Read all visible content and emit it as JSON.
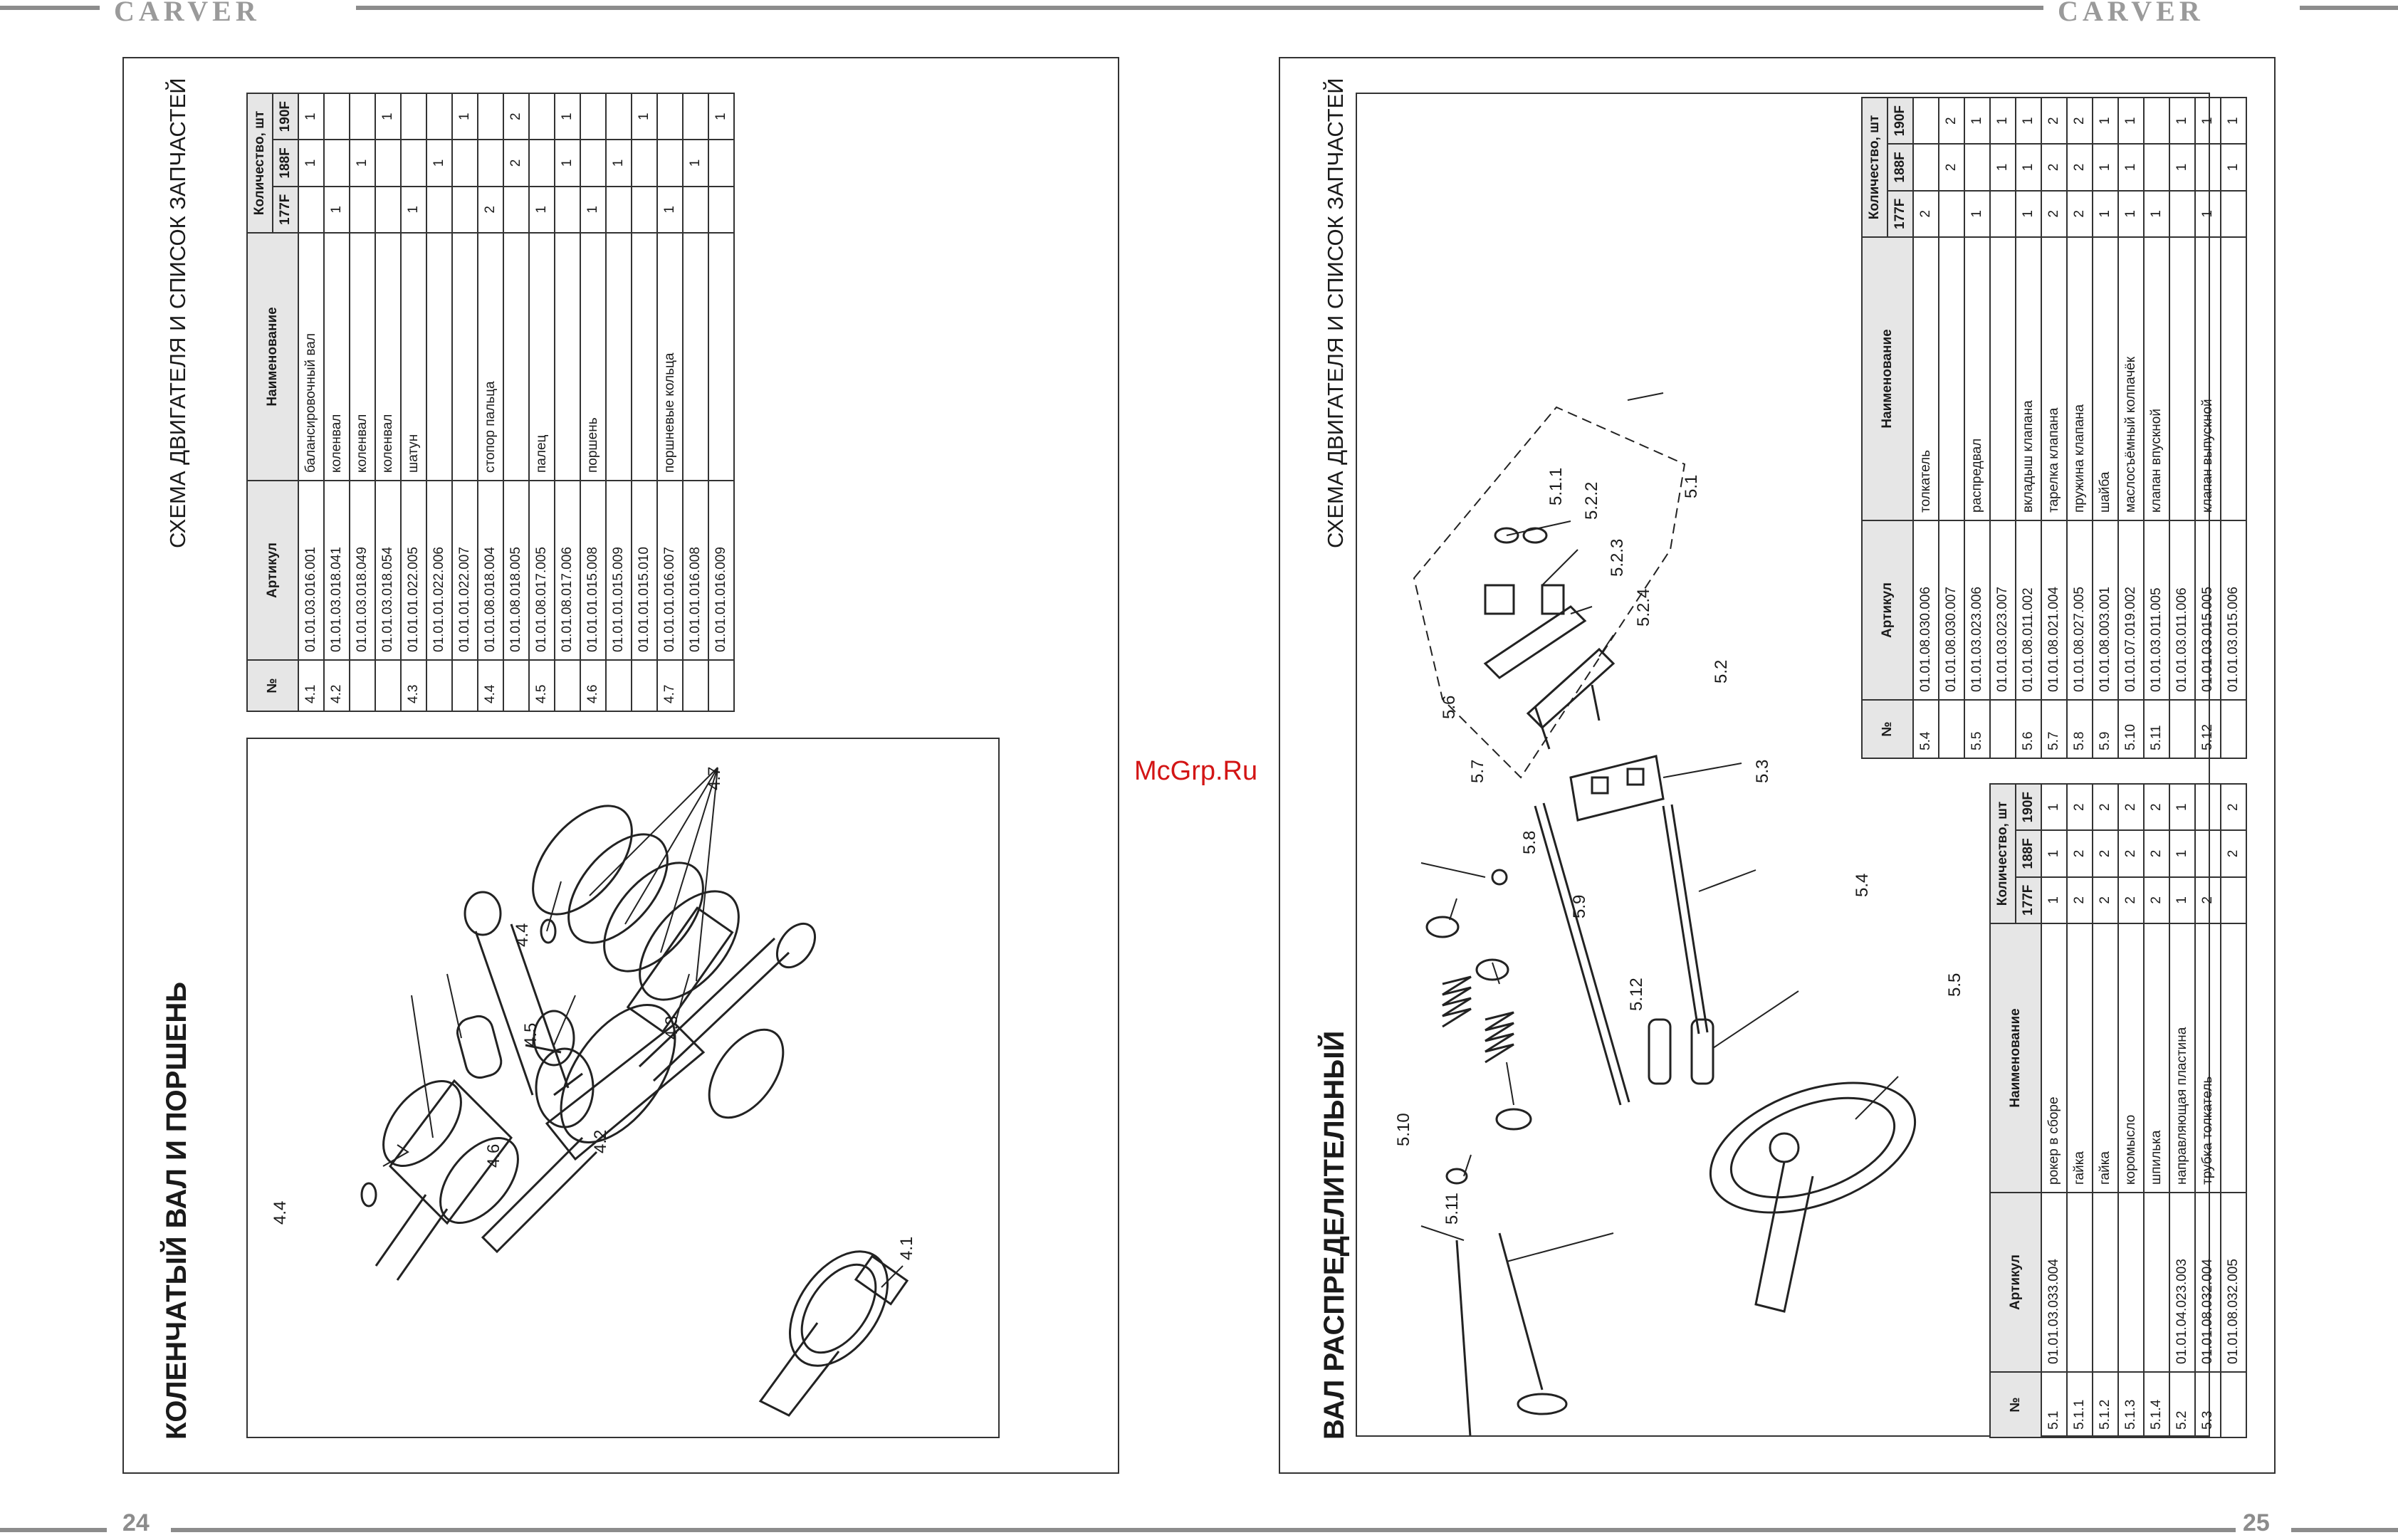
{
  "brand": "CARVER",
  "watermark": "McGrp.Ru",
  "left_page": {
    "number": "24",
    "heading": "СХЕМА ДВИГАТЕЛЯ И СПИСОК ЗАПЧАСТЕЙ",
    "title": "КОЛЕНЧАТЫЙ ВАЛ И ПОРШЕНЬ",
    "callouts": [
      "4.1",
      "4.2",
      "4.3",
      "4.4",
      "4.4",
      "4.5",
      "4.6",
      "4.7"
    ],
    "table": {
      "headers": {
        "no": "№",
        "article": "Артикул",
        "name": "Наименование",
        "qty": "Количество, шт",
        "m1": "177F",
        "m2": "188F",
        "m3": "190F"
      },
      "rows": [
        {
          "no": "4.1",
          "article": "01.01.03.016.001",
          "name": "балансировочный вал",
          "m1": "",
          "m2": "1",
          "m3": "1"
        },
        {
          "no": "4.2",
          "article": "01.01.03.018.041",
          "name": "коленвал",
          "m1": "1",
          "m2": "",
          "m3": ""
        },
        {
          "no": "",
          "article": "01.01.03.018.049",
          "name": "коленвал",
          "m1": "",
          "m2": "1",
          "m3": ""
        },
        {
          "no": "",
          "article": "01.01.03.018.054",
          "name": "коленвал",
          "m1": "",
          "m2": "",
          "m3": "1"
        },
        {
          "no": "4.3",
          "article": "01.01.01.022.005",
          "name": "шатун",
          "m1": "1",
          "m2": "",
          "m3": ""
        },
        {
          "no": "",
          "article": "01.01.01.022.006",
          "name": "",
          "m1": "",
          "m2": "1",
          "m3": ""
        },
        {
          "no": "",
          "article": "01.01.01.022.007",
          "name": "",
          "m1": "",
          "m2": "",
          "m3": "1"
        },
        {
          "no": "4.4",
          "article": "01.01.08.018.004",
          "name": "стопор пальца",
          "m1": "2",
          "m2": "",
          "m3": ""
        },
        {
          "no": "",
          "article": "01.01.08.018.005",
          "name": "",
          "m1": "",
          "m2": "2",
          "m3": "2"
        },
        {
          "no": "4.5",
          "article": "01.01.08.017.005",
          "name": "палец",
          "m1": "1",
          "m2": "",
          "m3": ""
        },
        {
          "no": "",
          "article": "01.01.08.017.006",
          "name": "",
          "m1": "",
          "m2": "1",
          "m3": "1"
        },
        {
          "no": "4.6",
          "article": "01.01.01.015.008",
          "name": "поршень",
          "m1": "1",
          "m2": "",
          "m3": ""
        },
        {
          "no": "",
          "article": "01.01.01.015.009",
          "name": "",
          "m1": "",
          "m2": "1",
          "m3": ""
        },
        {
          "no": "",
          "article": "01.01.01.015.010",
          "name": "",
          "m1": "",
          "m2": "",
          "m3": "1"
        },
        {
          "no": "4.7",
          "article": "01.01.01.016.007",
          "name": "поршневые кольца",
          "m1": "1",
          "m2": "",
          "m3": ""
        },
        {
          "no": "",
          "article": "01.01.01.016.008",
          "name": "",
          "m1": "",
          "m2": "1",
          "m3": ""
        },
        {
          "no": "",
          "article": "01.01.01.016.009",
          "name": "",
          "m1": "",
          "m2": "",
          "m3": "1"
        }
      ]
    }
  },
  "right_page": {
    "number": "25",
    "heading": "СХЕМА ДВИГАТЕЛЯ И СПИСОК ЗАПЧАСТЕЙ",
    "title": "ВАЛ РАСПРЕДЕЛИТЕЛЬНЫЙ",
    "callouts": [
      "5.1",
      "5.1.1",
      "5.2.2",
      "5.2.3",
      "5.2.4",
      "5.2",
      "5.3",
      "5.4",
      "5.5",
      "5.6",
      "5.7",
      "5.8",
      "5.9",
      "5.10",
      "5.11",
      "5.12"
    ],
    "table_a": {
      "headers": {
        "no": "№",
        "article": "Артикул",
        "name": "Наименование",
        "qty": "Количество, шт",
        "m1": "177F",
        "m2": "188F",
        "m3": "190F"
      },
      "rows": [
        {
          "no": "5.1",
          "article": "01.01.03.033.004",
          "name": "рокер в сборе",
          "m1": "1",
          "m2": "1",
          "m3": "1"
        },
        {
          "no": "5.1.1",
          "article": "",
          "name": "гайка",
          "m1": "2",
          "m2": "2",
          "m3": "2"
        },
        {
          "no": "5.1.2",
          "article": "",
          "name": "гайка",
          "m1": "2",
          "m2": "2",
          "m3": "2"
        },
        {
          "no": "5.1.3",
          "article": "",
          "name": "коромысло",
          "m1": "2",
          "m2": "2",
          "m3": "2"
        },
        {
          "no": "5.1.4",
          "article": "",
          "name": "шпилька",
          "m1": "2",
          "m2": "2",
          "m3": "2"
        },
        {
          "no": "5.2",
          "article": "01.01.04.023.003",
          "name": "направляющая пластина",
          "m1": "1",
          "m2": "1",
          "m3": "1"
        },
        {
          "no": "5.3",
          "article": "01.01.08.032.004",
          "name": "трубка толкатель",
          "m1": "2",
          "m2": "",
          "m3": ""
        },
        {
          "no": "",
          "article": "01.01.08.032.005",
          "name": "",
          "m1": "",
          "m2": "2",
          "m3": "2"
        }
      ]
    },
    "table_b": {
      "headers": {
        "no": "№",
        "article": "Артикул",
        "name": "Наименование",
        "qty": "Количество, шт",
        "m1": "177F",
        "m2": "188F",
        "m3": "190F"
      },
      "rows": [
        {
          "no": "5.4",
          "article": "01.01.08.030.006",
          "name": "толкатель",
          "m1": "2",
          "m2": "",
          "m3": ""
        },
        {
          "no": "",
          "article": "01.01.08.030.007",
          "name": "",
          "m1": "",
          "m2": "2",
          "m3": "2"
        },
        {
          "no": "5.5",
          "article": "01.01.03.023.006",
          "name": "распредвал",
          "m1": "1",
          "m2": "",
          "m3": "1"
        },
        {
          "no": "",
          "article": "01.01.03.023.007",
          "name": "",
          "m1": "",
          "m2": "1",
          "m3": "1"
        },
        {
          "no": "5.6",
          "article": "01.01.08.011.002",
          "name": "вкладыш клапана",
          "m1": "1",
          "m2": "1",
          "m3": "1"
        },
        {
          "no": "5.7",
          "article": "01.01.08.021.004",
          "name": "тарелка клапана",
          "m1": "2",
          "m2": "2",
          "m3": "2"
        },
        {
          "no": "5.8",
          "article": "01.01.08.027.005",
          "name": "пружина клапана",
          "m1": "2",
          "m2": "2",
          "m3": "2"
        },
        {
          "no": "5.9",
          "article": "01.01.08.003.001",
          "name": "шайба",
          "m1": "1",
          "m2": "1",
          "m3": "1"
        },
        {
          "no": "5.10",
          "article": "01.01.07.019.002",
          "name": "маслосъёмный колпачёк",
          "m1": "1",
          "m2": "1",
          "m3": "1"
        },
        {
          "no": "5.11",
          "article": "01.01.03.011.005",
          "name": "клапан впускной",
          "m1": "1",
          "m2": "",
          "m3": ""
        },
        {
          "no": "",
          "article": "01.01.03.011.006",
          "name": "",
          "m1": "",
          "m2": "1",
          "m3": "1"
        },
        {
          "no": "5.12",
          "article": "01.01.03.015.005",
          "name": "клапан выпускной",
          "m1": "1",
          "m2": "",
          "m3": "1"
        },
        {
          "no": "",
          "article": "01.01.03.015.006",
          "name": "",
          "m1": "",
          "m2": "1",
          "m3": "1"
        }
      ]
    }
  }
}
